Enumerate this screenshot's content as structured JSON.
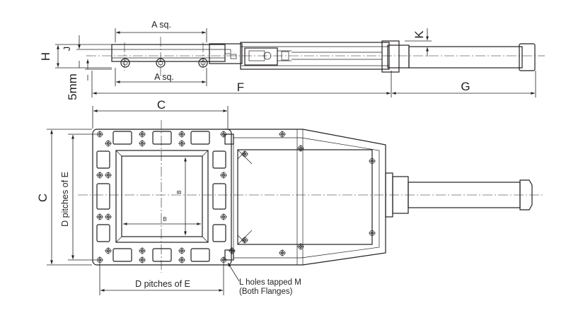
{
  "labels": {
    "a_sq_top": "A sq.",
    "a_sq_bottom": "A sq.",
    "h": "H",
    "j": "J",
    "k": "K",
    "five_mm": "5mm",
    "f": "F",
    "g": "G",
    "c_top": "C",
    "c_left": "C",
    "d_pitches_left": "D pitches of E",
    "d_pitches_bottom": "D pitches of E",
    "b_vertical": "B",
    "b_horizontal": "B",
    "l_holes_line1": "L holes tapped M",
    "l_holes_line2": "(Both Flanges)"
  },
  "colors": {
    "line": "#231f20",
    "background": "#ffffff"
  }
}
